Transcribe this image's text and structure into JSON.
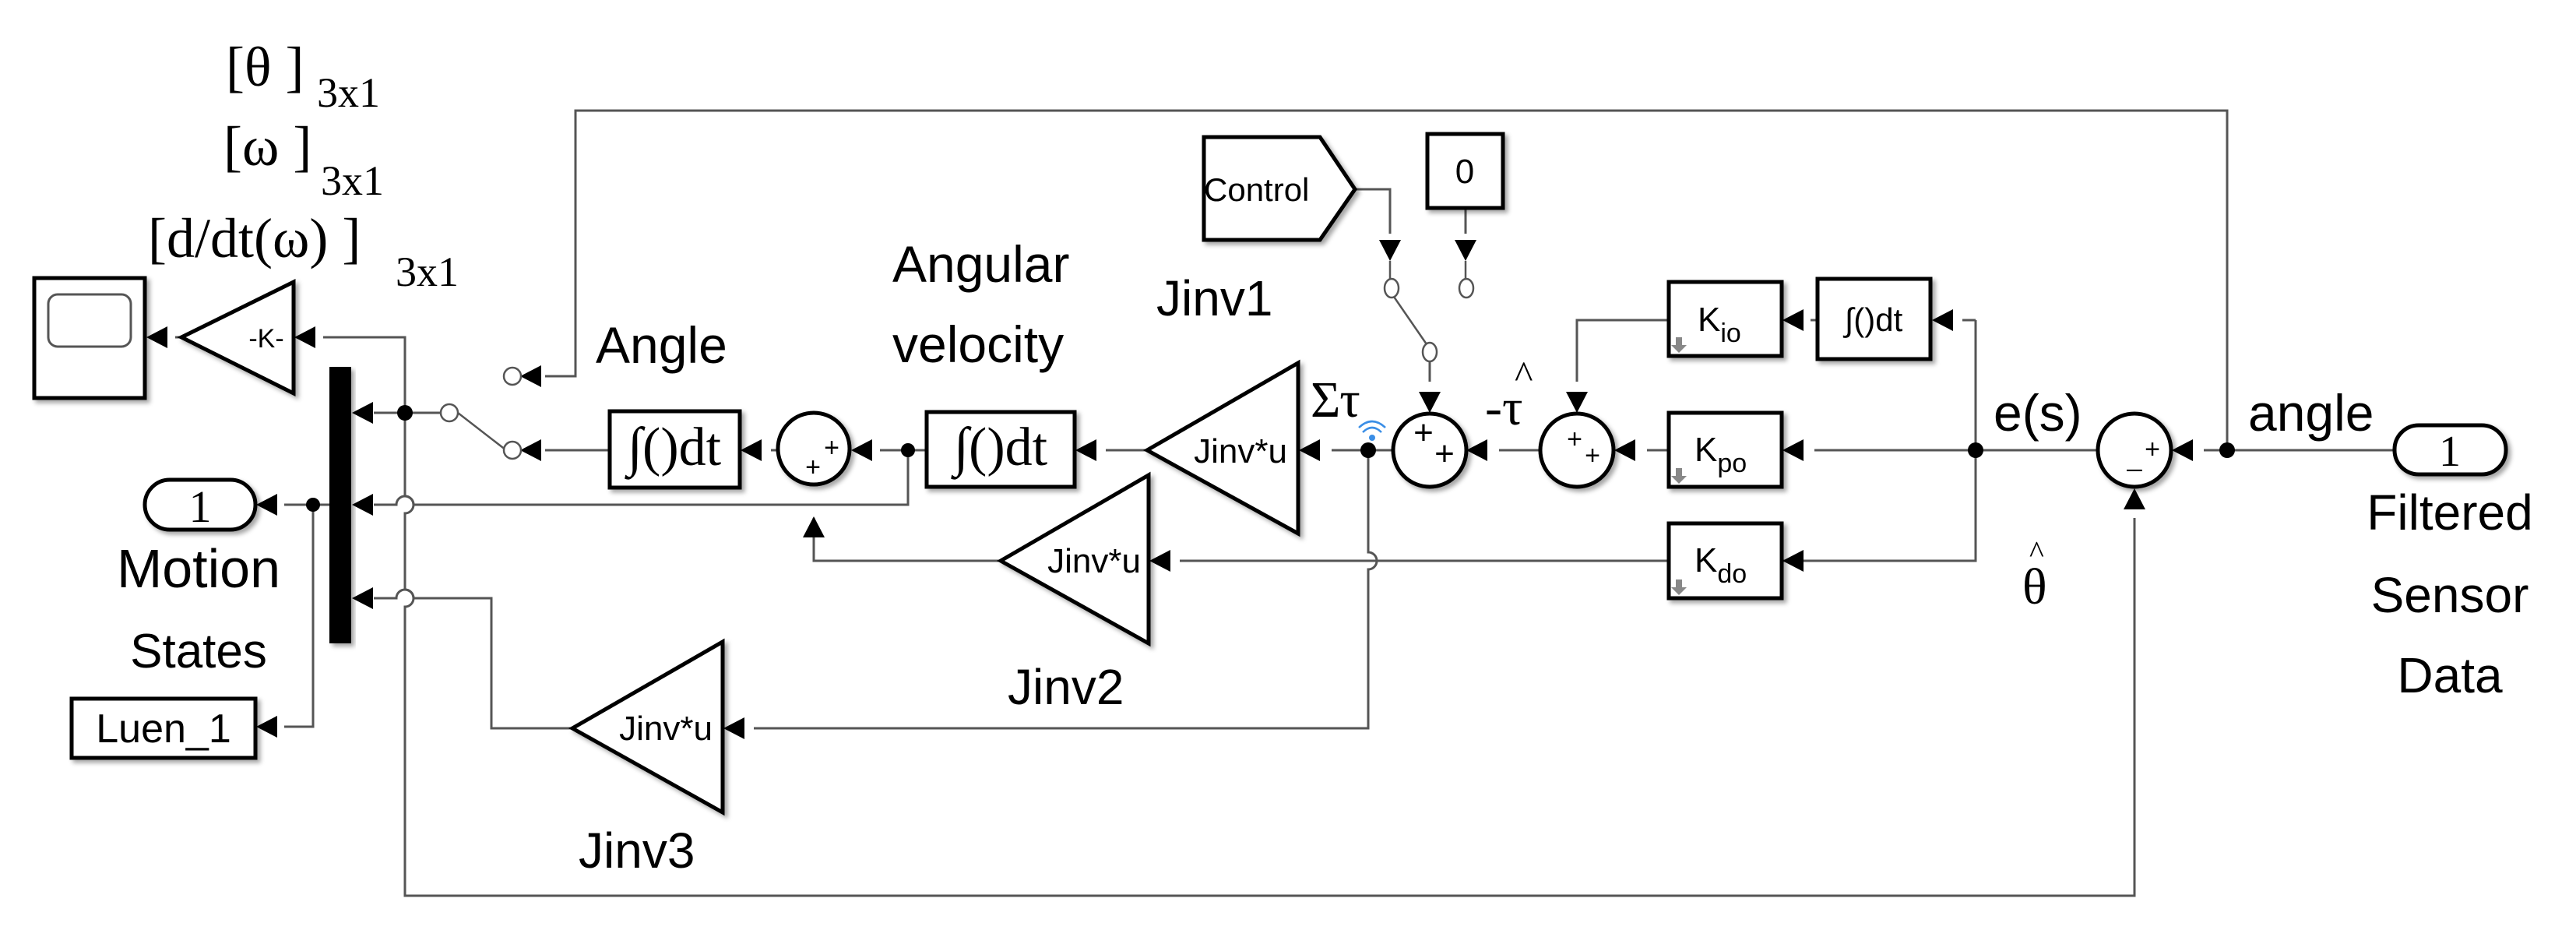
{
  "diagram": {
    "type": "simulink-block-diagram",
    "annotations": {
      "theta_vec": "[θ ]",
      "omega_vec": "[ω ]",
      "domega_vec": "[d/dt(ω) ]",
      "dim": "3x1",
      "angle": "Angle",
      "angular": "Angular",
      "velocity": "velocity",
      "jinv1": "Jinv1",
      "jinv2": "Jinv2",
      "jinv3": "Jinv3",
      "sum_tau": "Στ",
      "tau_hat_minus": "-τ",
      "hat": "^",
      "error": "e(s)",
      "theta_hat": "θ",
      "angle_signal": "angle",
      "motion": "Motion",
      "states": "States",
      "filtered": "Filtered",
      "sensor": "Sensor",
      "data": "Data"
    },
    "blocks": {
      "gain_k": "-K-",
      "integrator": "∫()dt",
      "jinv_gain": "Jinv*u",
      "control_goto": "Control",
      "constant": "0",
      "kio": {
        "main": "K",
        "sub": "io"
      },
      "kpo": {
        "main": "K",
        "sub": "po"
      },
      "kdo": {
        "main": "K",
        "sub": "do"
      },
      "outport": "1",
      "inport": "1",
      "goto_luen": "Luen_1"
    },
    "sum_signs": {
      "sum_integrator": [
        "+",
        "+"
      ],
      "sum_control": [
        "+",
        "+"
      ],
      "sum_pid": [
        "+",
        "+"
      ],
      "sum_error": [
        "+",
        "_"
      ]
    },
    "colors": {
      "wire": "#555555",
      "block_border": "#000000",
      "wireless_icon": "#3a8ee6"
    }
  }
}
